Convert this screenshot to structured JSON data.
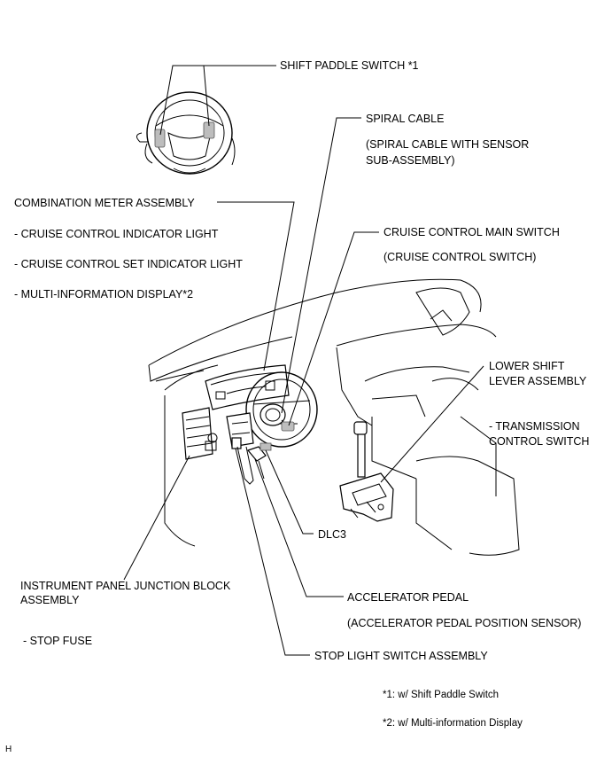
{
  "labels": {
    "shift_paddle": "SHIFT PADDLE SWITCH *1",
    "spiral_cable": "SPIRAL CABLE",
    "spiral_cable_sub1": "(SPIRAL CABLE WITH SENSOR",
    "spiral_cable_sub2": "SUB-ASSEMBLY)",
    "combination_meter": "COMBINATION METER ASSEMBLY",
    "cruise_indicator": "- CRUISE CONTROL INDICATOR LIGHT",
    "cruise_set_indicator": "- CRUISE CONTROL SET INDICATOR LIGHT",
    "multi_info": "- MULTI-INFORMATION DISPLAY*2",
    "cruise_main": "CRUISE CONTROL MAIN SWITCH",
    "cruise_main_sub": "(CRUISE CONTROL SWITCH)",
    "lower_shift_1": "LOWER SHIFT",
    "lower_shift_2": "LEVER ASSEMBLY",
    "transmission_1": "- TRANSMISSION",
    "transmission_2": "CONTROL SWITCH",
    "dlc3": "DLC3",
    "ip_jb_1": "INSTRUMENT PANEL JUNCTION BLOCK",
    "ip_jb_2": "ASSEMBLY",
    "stop_fuse": "- STOP FUSE",
    "accel_pedal": "ACCELERATOR PEDAL",
    "accel_pedal_sub": "(ACCELERATOR PEDAL POSITION SENSOR)",
    "stop_light": "STOP LIGHT SWITCH ASSEMBLY",
    "note1": "*1: w/ Shift Paddle Switch",
    "note2": "*2: w/ Multi-information Display",
    "figure_id": "H"
  }
}
